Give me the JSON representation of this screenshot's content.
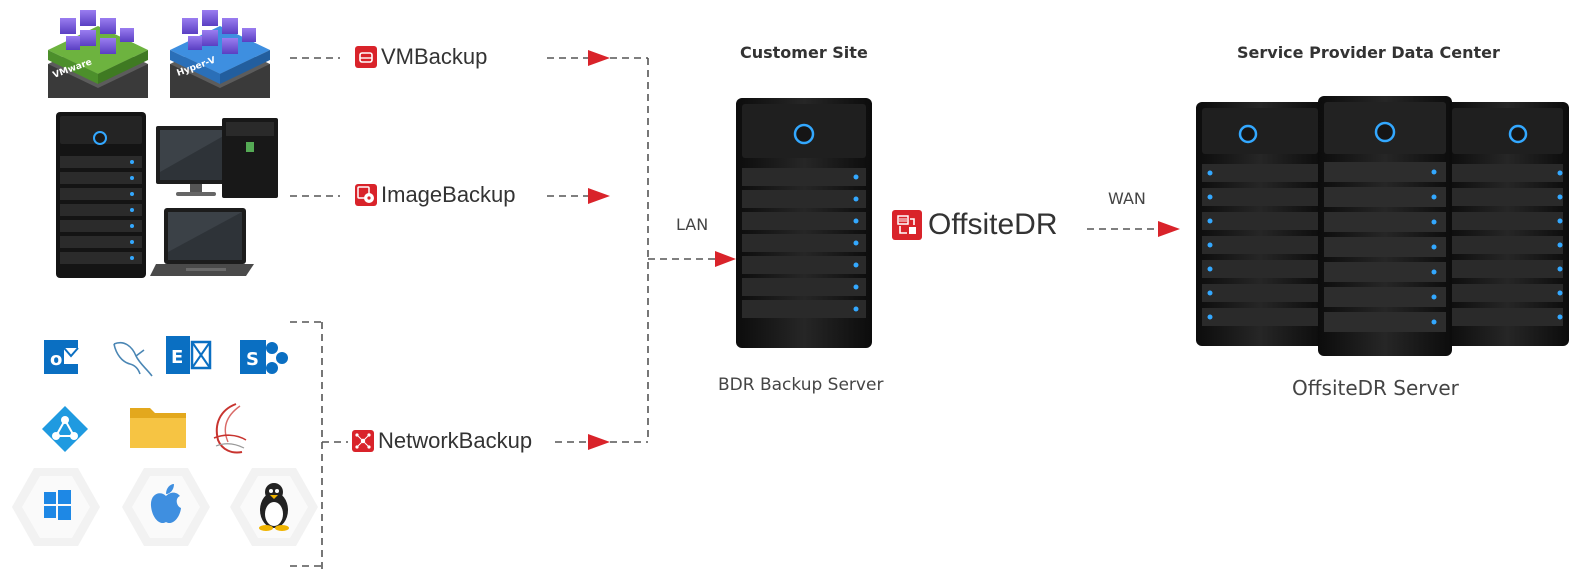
{
  "sources": {
    "vm_labels": [
      "VMware",
      "Hyper-V"
    ]
  },
  "products": {
    "vm_backup": {
      "label": "VMBackup",
      "icon": "hard-drive-icon"
    },
    "image_backup": {
      "label": "ImageBackup",
      "icon": "disk-image-icon"
    },
    "network_backup": {
      "label": "NetworkBackup",
      "icon": "network-icon"
    },
    "offsite_dr": {
      "label": "OffsiteDR",
      "icon": "offsite-replication-icon"
    }
  },
  "links": {
    "lan": "LAN",
    "wan": "WAN"
  },
  "customer_site": {
    "heading": "Customer Site",
    "server_caption": "BDR Backup Server"
  },
  "data_center": {
    "heading": "Service Provider Data Center",
    "server_caption": "OffsiteDR Server"
  },
  "colors": {
    "accent": "#d9232a",
    "dash": "#555555",
    "server_body": "#151515",
    "led": "#33a8ff"
  },
  "app_icons": [
    "outlook-icon",
    "mysql-icon",
    "exchange-icon",
    "sharepoint-icon",
    "active-directory-icon",
    "folder-icon",
    "sql-server-icon",
    "windows-icon",
    "apple-icon",
    "linux-icon"
  ]
}
